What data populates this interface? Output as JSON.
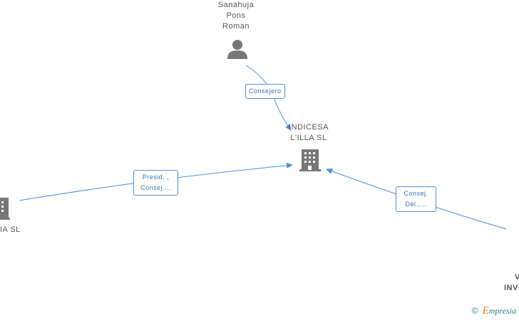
{
  "nodes": {
    "person": {
      "line1": "Sanahuja",
      "line2": "Pons",
      "line3": "Roman"
    },
    "center": {
      "line1": "INDICESA",
      "line2": "L'ILLA SL"
    },
    "left": {
      "line1": "IA SL"
    },
    "right": {
      "line1": "V",
      "line2": "INV"
    }
  },
  "edges": {
    "consejero": {
      "label": "Consejero"
    },
    "presid": {
      "line1": "Presid. ,",
      "line2": "Consej...."
    },
    "consej_del": {
      "line1": "Consej.",
      "line2": "Del.,..."
    }
  },
  "watermark": {
    "copyright": "©",
    "brand_initial": "E",
    "brand_rest": "mpresia"
  },
  "colors": {
    "edge": "#4a90d9",
    "icon": "#777777",
    "text": "#555555"
  }
}
